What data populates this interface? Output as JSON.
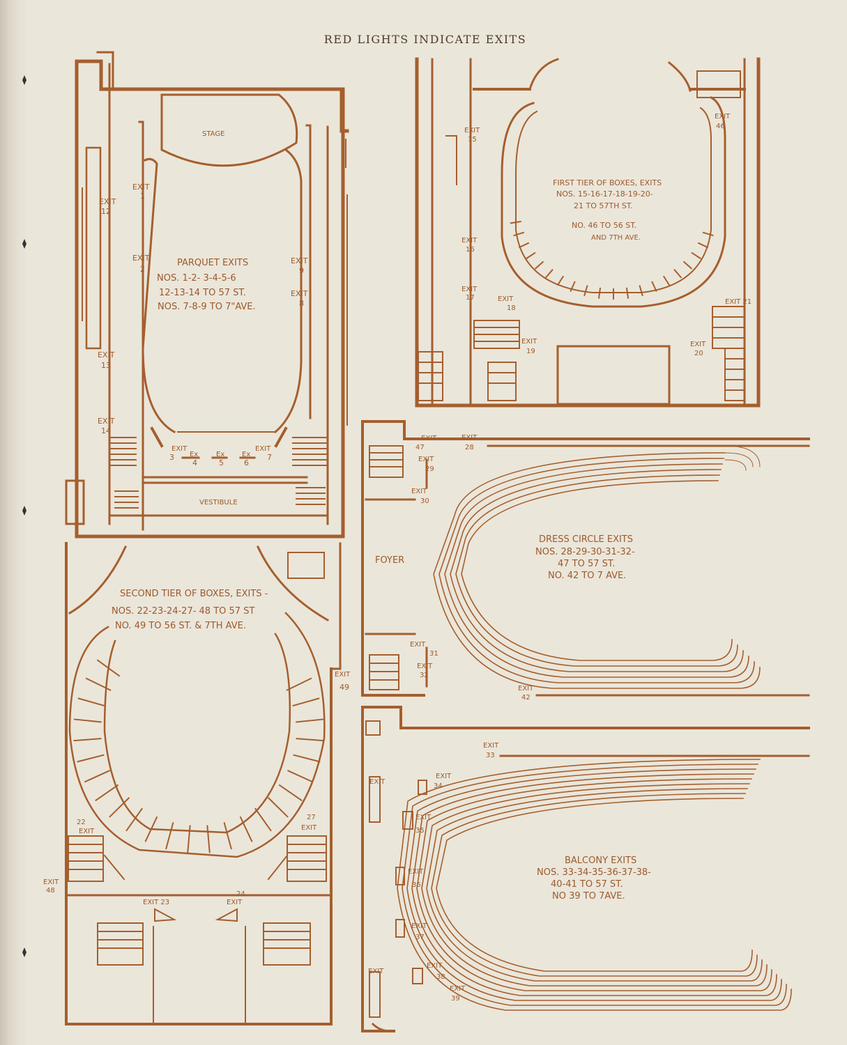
{
  "header": "RED LIGHTS INDICATE EXITS",
  "colors": {
    "ink": "#a45f2e",
    "paper": "#ebe6da",
    "header_ink": "#4d3a2a"
  },
  "parquet": {
    "stage": "STAGE",
    "vestibule": "VESTIBULE",
    "exit_word": "EXIT",
    "ex_word": "Ex",
    "n1": "1",
    "n2": "2",
    "n3": "3",
    "n4": "4",
    "n5": "5",
    "n6": "6",
    "n7": "7",
    "n8": "8",
    "n9": "9",
    "n12": "12",
    "n13": "13",
    "n14": "14",
    "caption": [
      "PARQUET EXITS",
      "NOS. 1-2- 3-4-5-6",
      "12-13-14 TO 57 ST.",
      "NOS. 7-8-9 TO 7\"AVE."
    ]
  },
  "first_tier": {
    "exit_word": "EXIT",
    "n15": "15",
    "n16": "16",
    "n17": "17",
    "n18": "18",
    "n19": "19",
    "n20": "20",
    "n21": "EXIT 21",
    "n46": "46",
    "caption": [
      "FIRST TIER OF BOXES, EXITS",
      "NOS. 15-16-17-18-19-20-",
      "21 TO 57TH ST.",
      "NO. 46 TO 56 ST.",
      "AND 7TH AVE."
    ]
  },
  "second_tier": {
    "exit_word": "EXIT",
    "exit23": "EXIT 23",
    "n22": "22",
    "n24": "24",
    "n27": "27",
    "n48": "48",
    "n49": "49",
    "caption": [
      "SECOND TIER OF BOXES, EXITS -",
      "NOS. 22-23-24-27- 48 TO 57 ST",
      "NO. 49 TO 56 ST. & 7TH AVE."
    ]
  },
  "dress_circle": {
    "foyer": "FOYER",
    "exit_word": "EXIT",
    "n28": "28",
    "n29": "29",
    "n30": "30",
    "n31": "31",
    "n32": "32",
    "n42": "42",
    "n47": "47",
    "caption": [
      "DRESS CIRCLE EXITS",
      "NOS. 28-29-30-31-32-",
      "47 TO 57 ST.",
      "NO. 42 TO 7 AVE."
    ]
  },
  "balcony": {
    "exit_word": "EXIT",
    "n33": "33",
    "n34": "34",
    "n35": "35",
    "n36": "36",
    "n37": "37",
    "n38": "38",
    "n39": "39",
    "caption": [
      "BALCONY EXITS",
      "NOS. 33-34-35-36-37-38-",
      "40-41 TO 57 ST.",
      "NO 39 TO 7AVE."
    ]
  }
}
